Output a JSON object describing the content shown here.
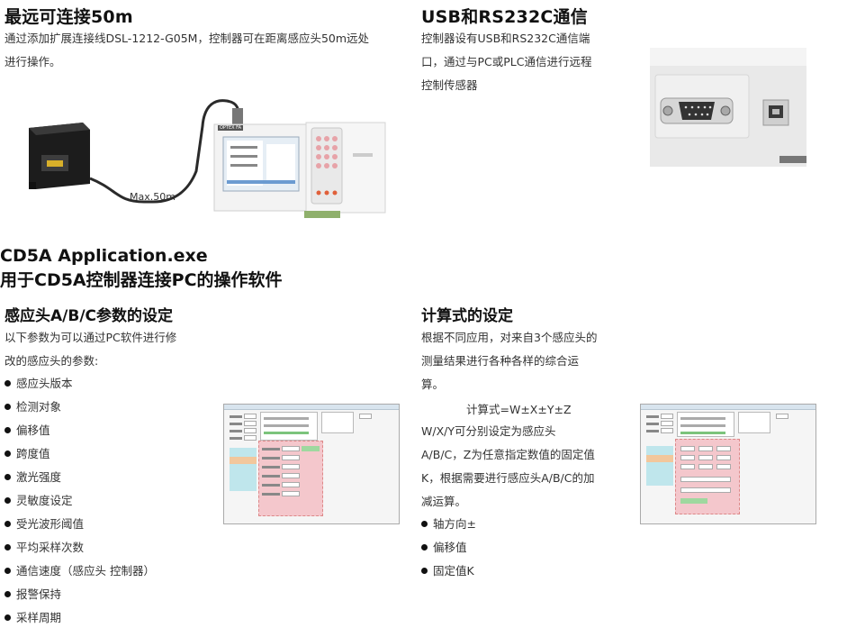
{
  "sections": {
    "long_distance": {
      "title": "最远可连接50m",
      "desc_line1": "通过添加扩展连接线DSL-1212-G05M，控制器可在距离感应头50m远处",
      "desc_line2": "进行操作。",
      "cable_label": "Max.50m",
      "controller_brand": "OPTEX FA"
    },
    "comm": {
      "title": "USB和RS232C通信",
      "desc_line1": "控制器设有USB和RS232C通信端",
      "desc_line2": "口，通过与PC或PLC通信进行远程",
      "desc_line3": "控制传感器"
    },
    "software": {
      "title_line1": "CD5A Application.exe",
      "title_line2": "用于CD5A控制器连接PC的操作软件"
    },
    "params": {
      "title": "感应头A/B/C参数的设定",
      "desc_line1": "以下参数为可以通过PC软件进行修",
      "desc_line2": "改的感应头的参数:",
      "items": [
        "感应头版本",
        "检测对象",
        "偏移值",
        "跨度值",
        "激光强度",
        "灵敏度设定",
        "受光波形阈值",
        "平均采样次数",
        "通信速度（感应头 控制器）",
        "报警保持",
        "采样周期"
      ]
    },
    "calc": {
      "title": "计算式的设定",
      "desc_line1": "根据不同应用，对来自3个感应头的",
      "desc_line2": "测量结果进行各种各样的综合运",
      "desc_line3": "算。",
      "formula": "计算式=W±X±Y±Z",
      "desc2_line1": "W/X/Y可分别设定为感应头",
      "desc2_line2": "A/B/C，Z为任意指定数值的固定值",
      "desc2_line3": "K，根据需要进行感应头A/B/C的加",
      "desc2_line4": "减运算。",
      "items": [
        "轴方向±",
        "偏移值",
        "固定值K"
      ]
    }
  }
}
